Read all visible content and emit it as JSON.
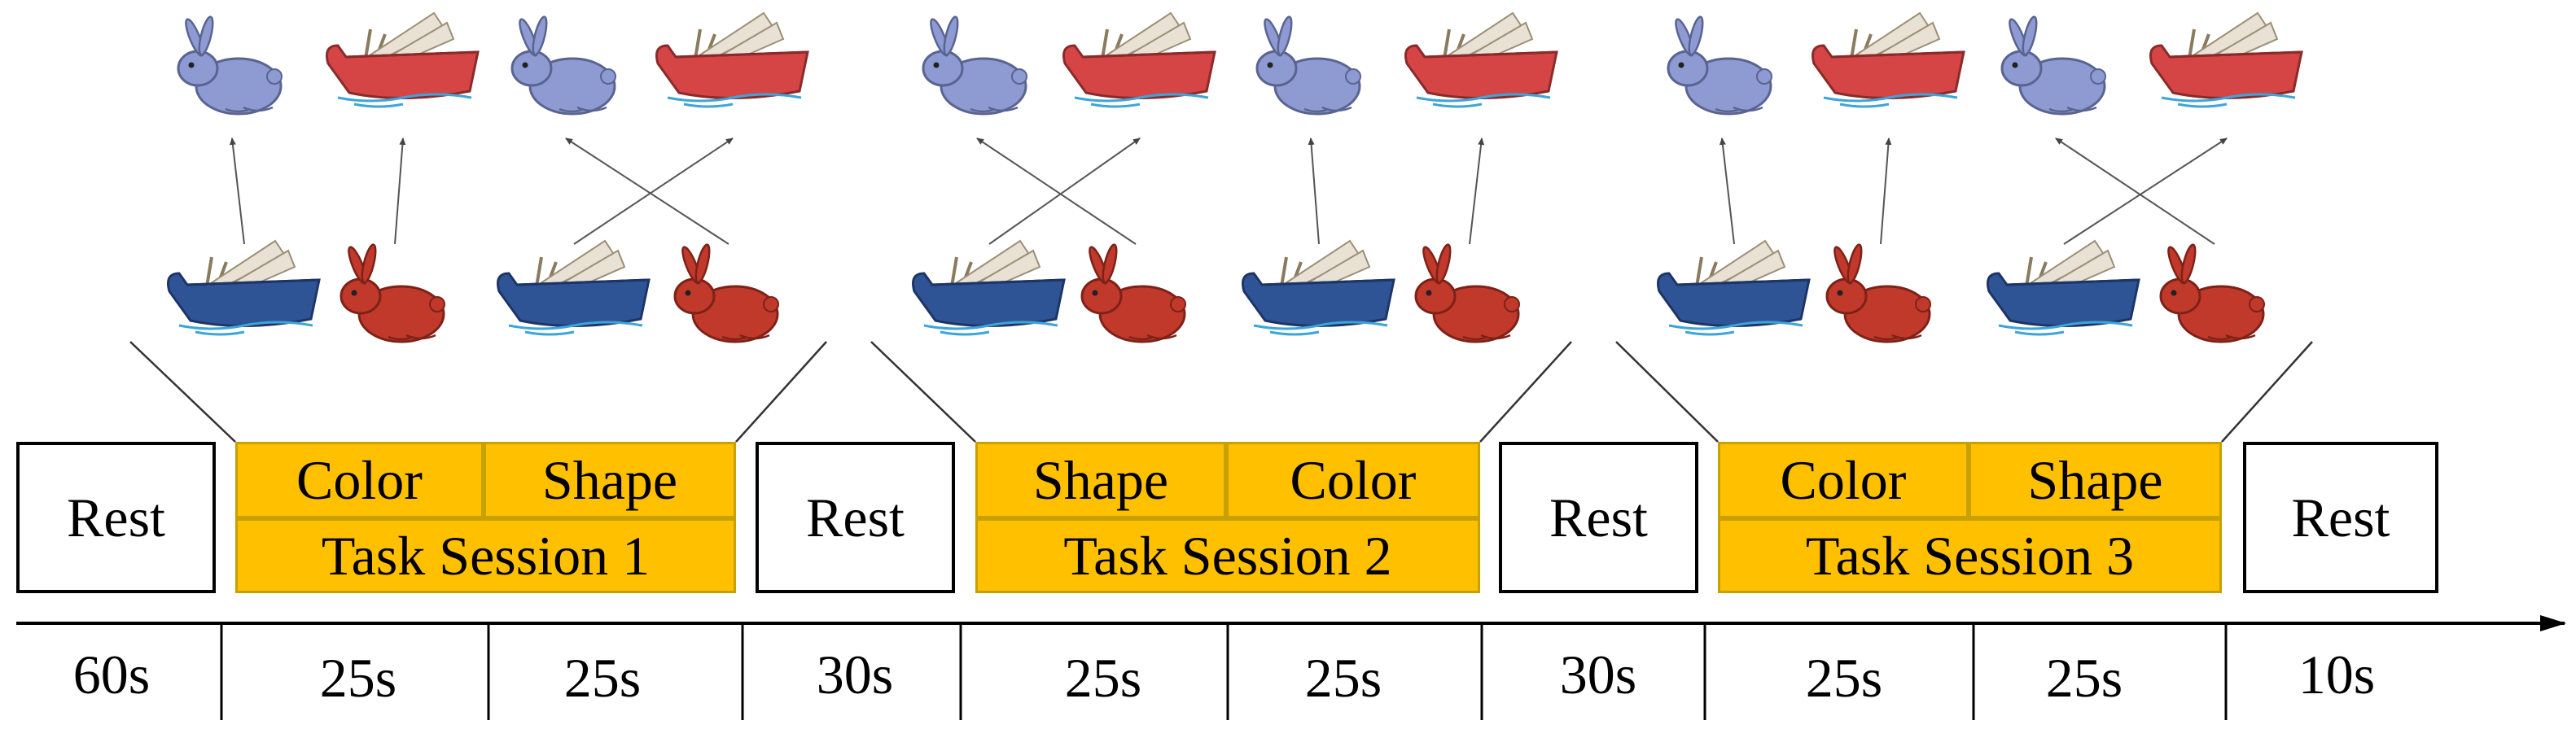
{
  "colors": {
    "task_fill": "#FFC000",
    "task_border": "#C8A000",
    "blue_object": "#2F5496",
    "red_object": "#C0392B",
    "light_blue": "#8E9BD2",
    "light_red": "#D64545",
    "paddle": "#E8E1D4",
    "water": "#3DA5D9"
  },
  "rest_label": "Rest",
  "sessions": [
    {
      "first": "Color",
      "second": "Shape",
      "title": "Task Session 1",
      "bottom": [
        {
          "icon": "blue-boat-icon"
        },
        {
          "icon": "red-rabbit-icon"
        },
        {
          "icon": "blue-boat-icon"
        },
        {
          "icon": "red-rabbit-icon"
        }
      ],
      "top": [
        {
          "icon": "light-blue-rabbit-icon"
        },
        {
          "icon": "red-boat-icon"
        },
        {
          "icon": "light-blue-rabbit-icon"
        },
        {
          "icon": "red-boat-icon"
        }
      ],
      "mapping": [
        0,
        1,
        3,
        2
      ]
    },
    {
      "first": "Shape",
      "second": "Color",
      "title": "Task Session 2",
      "bottom": [
        {
          "icon": "blue-boat-icon"
        },
        {
          "icon": "red-rabbit-icon"
        },
        {
          "icon": "blue-boat-icon"
        },
        {
          "icon": "red-rabbit-icon"
        }
      ],
      "top": [
        {
          "icon": "light-blue-rabbit-icon"
        },
        {
          "icon": "red-boat-icon"
        },
        {
          "icon": "light-blue-rabbit-icon"
        },
        {
          "icon": "red-boat-icon"
        }
      ],
      "mapping": [
        1,
        0,
        2,
        3
      ]
    },
    {
      "first": "Color",
      "second": "Shape",
      "title": "Task Session 3",
      "bottom": [
        {
          "icon": "blue-boat-icon"
        },
        {
          "icon": "red-rabbit-icon"
        },
        {
          "icon": "blue-boat-icon"
        },
        {
          "icon": "red-rabbit-icon"
        }
      ],
      "top": [
        {
          "icon": "light-blue-rabbit-icon"
        },
        {
          "icon": "red-boat-icon"
        },
        {
          "icon": "light-blue-rabbit-icon"
        },
        {
          "icon": "red-boat-icon"
        }
      ],
      "mapping": [
        0,
        1,
        3,
        2
      ]
    }
  ],
  "durations": [
    "60s",
    "25s",
    "25s",
    "30s",
    "25s",
    "25s",
    "30s",
    "25s",
    "25s",
    "10s"
  ]
}
